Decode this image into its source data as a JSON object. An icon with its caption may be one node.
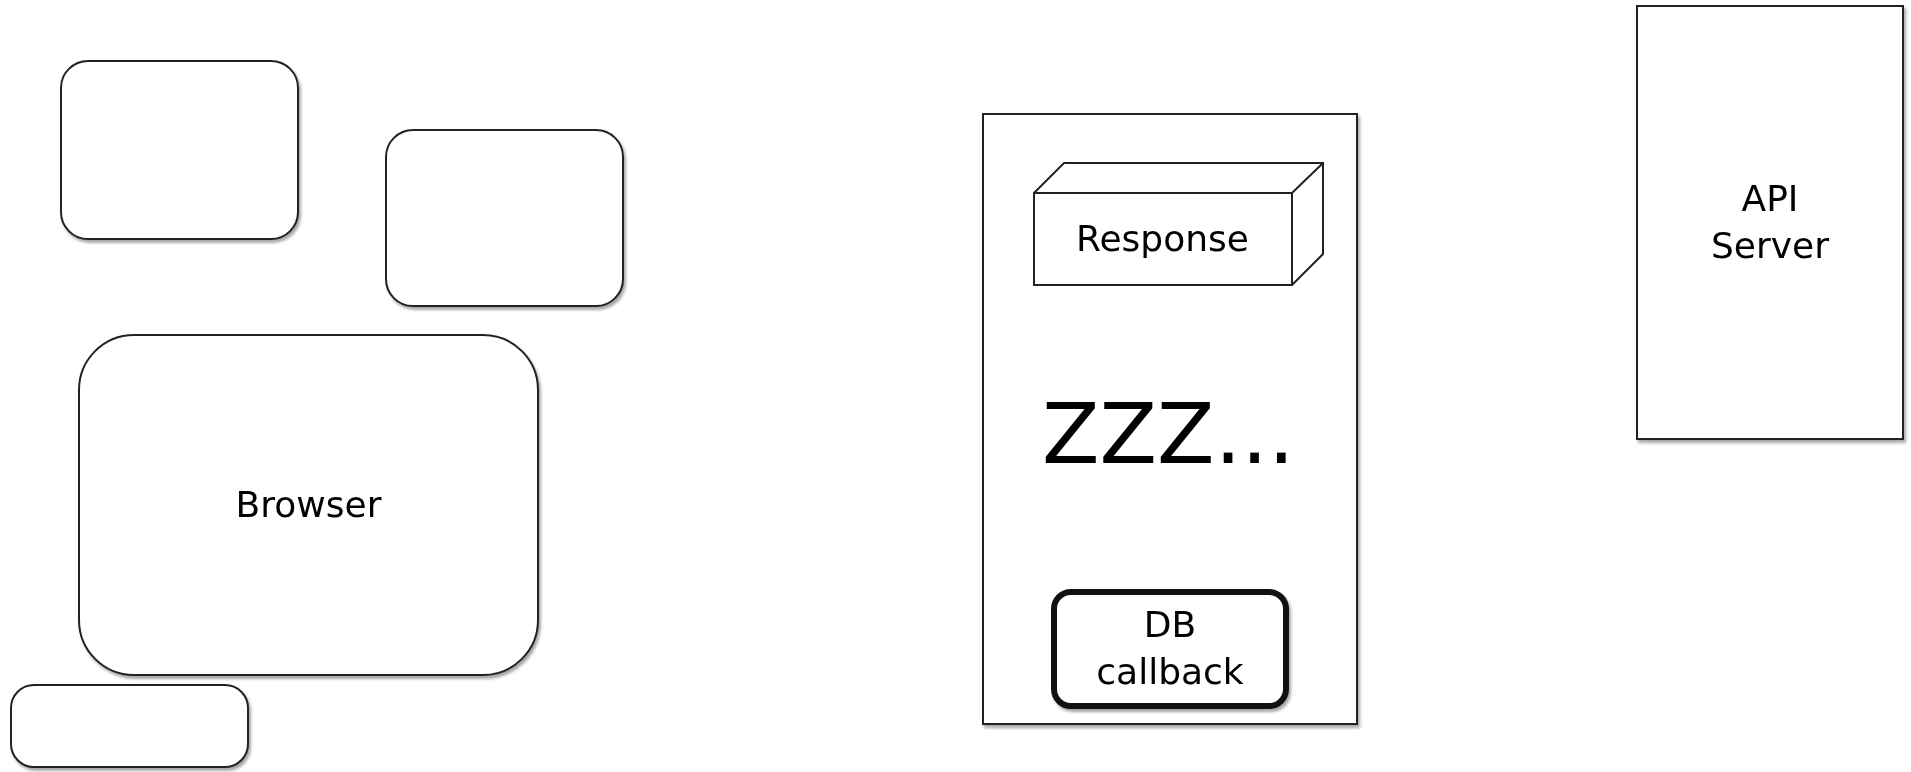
{
  "diagram": {
    "nodes": [
      {
        "text": [],
        "shape": "box"
      },
      {
        "text": [],
        "shape": "box"
      },
      {
        "text": [
          "Browser"
        ]
      },
      {
        "text": [],
        "shape": "box"
      },
      {
        "text": [],
        "shape": "box"
      },
      {
        "text": [
          "Response"
        ],
        "in": 4
      },
      {
        "text": [
          "DB callback"
        ],
        "in": 4
      },
      {
        "text": [
          "API Server"
        ]
      }
    ],
    "labels": [
      "ZZZ..."
    ]
  }
}
